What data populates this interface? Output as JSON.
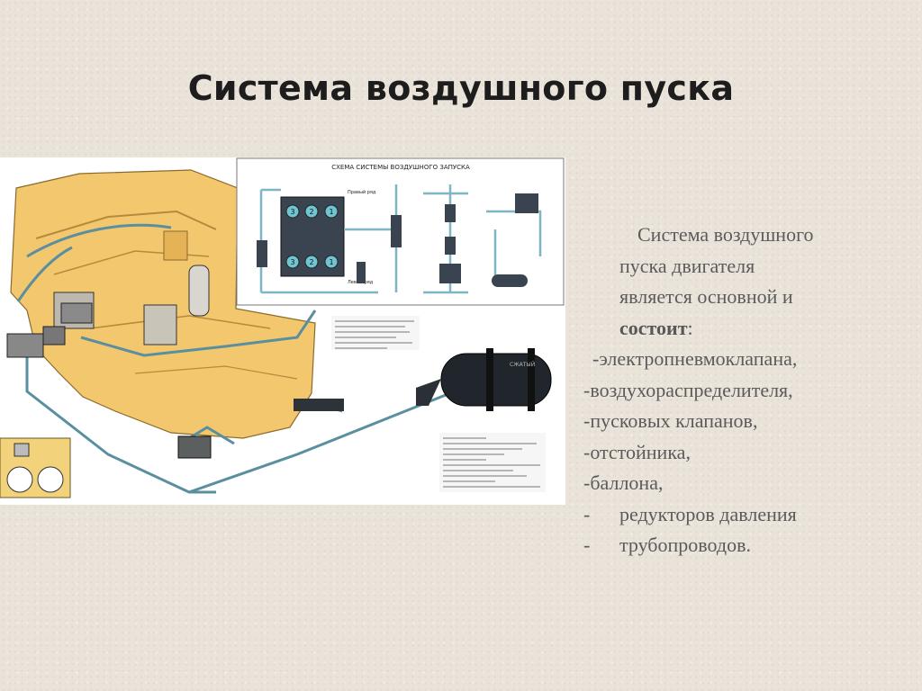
{
  "slide": {
    "title": "Система воздушного пуска"
  },
  "figure": {
    "schema_title": "СХЕМА СИСТЕМЫ ВОЗДУШНОГО ЗАПУСКА",
    "label_left_row": "Левый ряд",
    "label_right_row": "Правый ряд",
    "balloon_label": "СЖАТЫЙ",
    "cylinders_top": [
      "3",
      "2",
      "1"
    ],
    "cylinders_bottom": [
      "3",
      "2",
      "1"
    ]
  },
  "body": {
    "intro_1": "Система воздушного",
    "intro_2": "пуска двигателя",
    "intro_3": "является основной и",
    "intro_bold": "состоит",
    "intro_colon": ":",
    "items": [
      "-электропневмоклапана,",
      "-воздухораспределителя,",
      "-пусковых клапанов,",
      "-отстойника,",
      "-баллона,"
    ],
    "bullet_items": [
      "редукторов давления",
      "трубопроводов."
    ],
    "bullet_mark": "-"
  }
}
